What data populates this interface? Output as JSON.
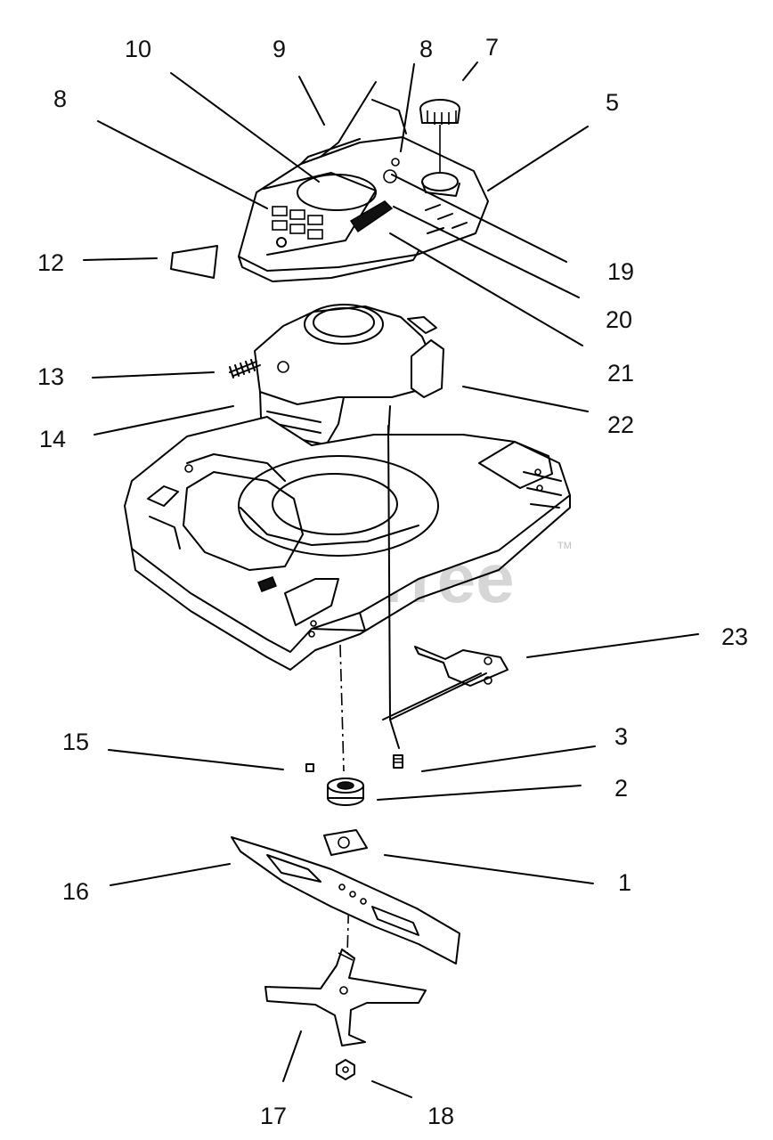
{
  "watermark": {
    "text": "PartsTree",
    "trademark": "TM"
  },
  "callouts": [
    "10",
    "9",
    "8",
    "7",
    "5",
    "8",
    "12",
    "19",
    "20",
    "13",
    "21",
    "22",
    "14",
    "23",
    "15",
    "3",
    "2",
    "1",
    "16",
    "17",
    "18"
  ]
}
